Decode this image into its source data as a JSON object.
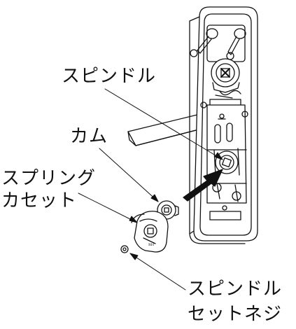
{
  "labels": {
    "spindle": "スピンドル",
    "cam": "カム",
    "spring_cassette_line1": "スプリング",
    "spring_cassette_line2": "カセット",
    "spindle_set_screw_line1": "スピンドル",
    "spindle_set_screw_line2": "セットネジ"
  }
}
